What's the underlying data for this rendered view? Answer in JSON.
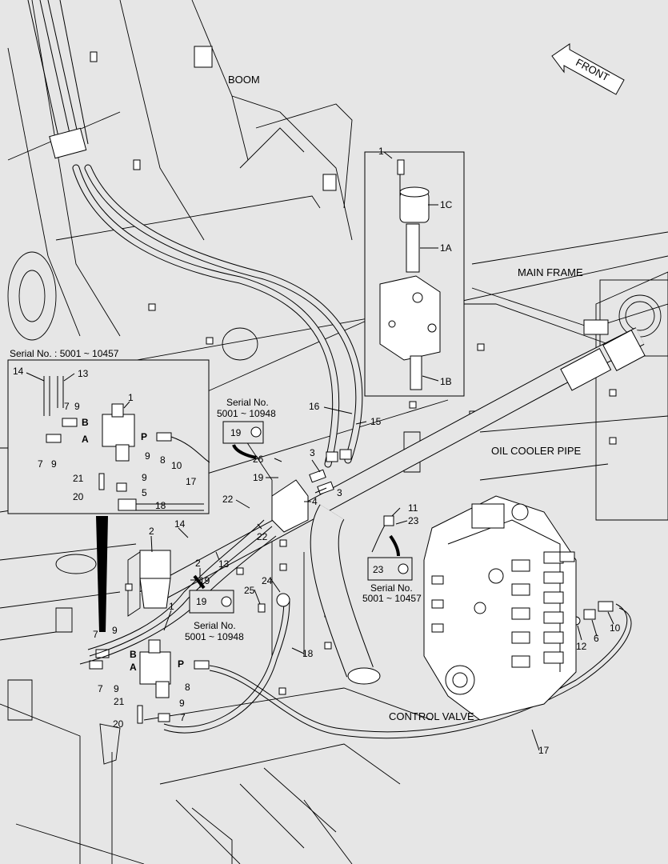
{
  "titles": {
    "boom": "BOOM",
    "front": "FRONT",
    "main_frame": "MAIN FRAME",
    "oil_cooler_pipe": "OIL COOLER PIPE",
    "control_valve": "CONTROL VALVE"
  },
  "inset": {
    "serial_heading": "Serial No. : 5001 ~ 10457",
    "numbers": {
      "n14": "14",
      "n13": "13",
      "n7a": "7",
      "n9a": "9",
      "n1": "1",
      "B": "B",
      "A": "A",
      "P": "P",
      "n7b": "7",
      "n9b": "9",
      "n9c": "9",
      "n8": "8",
      "n10": "10",
      "n17": "17",
      "n21": "21",
      "n9d": "9",
      "n5": "5",
      "n18": "18",
      "n20": "20"
    }
  },
  "solenoid_detail": {
    "n1": "1",
    "c1": "1C",
    "a1": "1A",
    "b1": "1B"
  },
  "callout_top": {
    "heading": "Serial No.",
    "range": "5001 ~ 10948",
    "part": "19"
  },
  "callout_mid": {
    "heading": "Serial No.",
    "range": "5001 ~ 10948",
    "part": "19"
  },
  "callout_right": {
    "part": "23",
    "heading": "Serial No.",
    "range": "5001 ~ 10457"
  },
  "numbers": {
    "n16": "16",
    "n15": "15",
    "n3a": "3",
    "n3b": "3",
    "n26": "26",
    "n19a": "19",
    "n4": "4",
    "n22a": "22",
    "n22b": "22",
    "n11": "11",
    "n23": "23",
    "n2a": "2",
    "n14": "14",
    "n2b": "2",
    "n13": "13",
    "n19b": "19",
    "n24": "24",
    "n25": "25",
    "n1": "1",
    "n9a": "9",
    "n7a": "7",
    "B": "B",
    "A": "A",
    "P": "P",
    "n7b": "7",
    "n9b": "9",
    "n8": "8",
    "n21": "21",
    "n9c": "9",
    "n20": "20",
    "n7c": "7",
    "n18": "18",
    "n12": "12",
    "n6": "6",
    "n10": "10",
    "n17": "17"
  }
}
